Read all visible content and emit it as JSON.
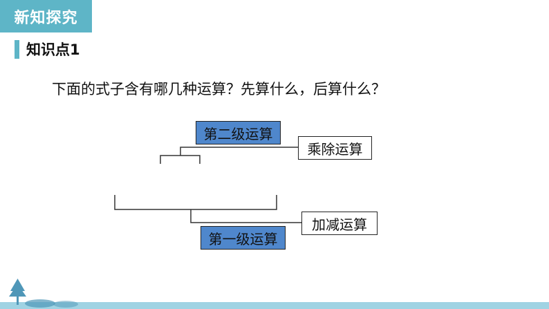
{
  "header": {
    "section_title": "新知探究"
  },
  "knowledge": {
    "title": "知识点1"
  },
  "main": {
    "question": "下面的式子含有哪几种运算？先算什么，后算什么？"
  },
  "diagram": {
    "second_level_label": "第二级运算",
    "mult_div_label": "乘除运算",
    "add_sub_label": "加减运算",
    "first_level_label": "第一级运算"
  },
  "colors": {
    "banner": "#5eb5c7",
    "level_box": "#4f87cc",
    "footer": "#9fd3e3"
  },
  "icons": {
    "footer_tree": "tree-icon"
  }
}
